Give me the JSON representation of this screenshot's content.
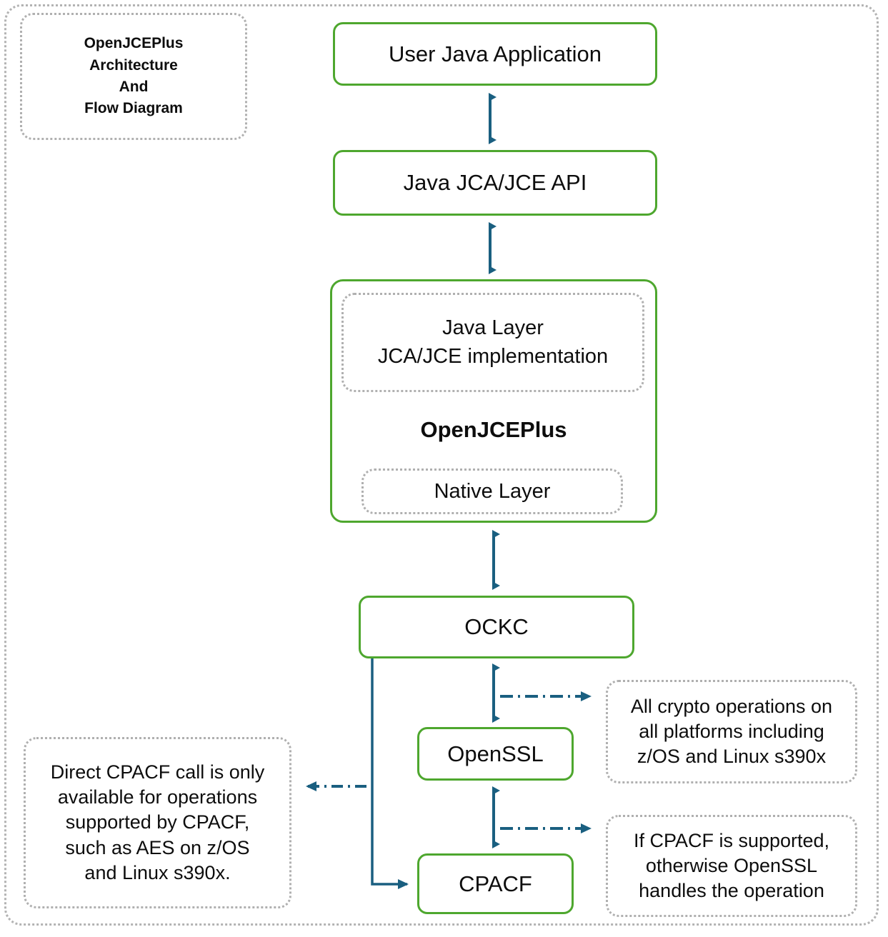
{
  "diagram": {
    "title_lines": [
      "OpenJCEPlus",
      "Architecture",
      "And",
      "Flow Diagram"
    ],
    "colors": {
      "box_border_green": "#4EA72E",
      "arrow_blue": "#1A5F80",
      "dotted_gray": "#B3B3B3",
      "text": "#0D0D0D",
      "background": "#FFFFFF"
    },
    "nodes": {
      "user_java_application": "User Java Application",
      "java_jca_jce_api": "Java JCA/JCE API",
      "openjceplus": "OpenJCEPlus",
      "java_layer_lines": [
        "Java Layer",
        "JCA/JCE implementation"
      ],
      "native_layer": "Native Layer",
      "ockc": "OCKC",
      "openssl": "OpenSSL",
      "cpacf": "CPACF"
    },
    "annotations": {
      "all_crypto_lines": [
        "All crypto operations on",
        "all platforms including",
        "z/OS and Linux s390x"
      ],
      "if_cpacf_lines": [
        "If CPACF is supported,",
        "otherwise OpenSSL",
        "handles the operation"
      ],
      "direct_cpacf_lines": [
        "Direct CPACF call is only",
        "available for operations",
        "supported by CPACF,",
        "such as AES on z/OS",
        "and Linux s390x."
      ]
    },
    "connectors": [
      {
        "name": "user-app-to-jca-api",
        "style": "double-arrow",
        "from": "user_java_application",
        "to": "java_jca_jce_api"
      },
      {
        "name": "jca-api-to-openjceplus",
        "style": "double-arrow",
        "from": "java_jca_jce_api",
        "to": "openjceplus"
      },
      {
        "name": "openjceplus-to-ockc",
        "style": "double-arrow",
        "from": "openjceplus",
        "to": "ockc"
      },
      {
        "name": "ockc-to-openssl",
        "style": "double-arrow",
        "from": "ockc",
        "to": "openssl"
      },
      {
        "name": "openssl-to-cpacf",
        "style": "double-arrow",
        "from": "openssl",
        "to": "cpacf"
      },
      {
        "name": "ockc-to-cpacf-direct",
        "style": "elbow-arrow",
        "from": "ockc",
        "to": "cpacf"
      },
      {
        "name": "ockc-openssl-callout",
        "style": "dash-dot-arrow",
        "from": "ockc-openssl-link",
        "to": "all_crypto_note"
      },
      {
        "name": "openssl-cpacf-callout",
        "style": "dash-dot-arrow",
        "from": "openssl-cpacf-link",
        "to": "if_cpacf_note"
      },
      {
        "name": "direct-cpacf-callout",
        "style": "dash-dot-arrow",
        "from": "ockc-cpacf-direct-link",
        "to": "direct_cpacf_note"
      }
    ]
  }
}
